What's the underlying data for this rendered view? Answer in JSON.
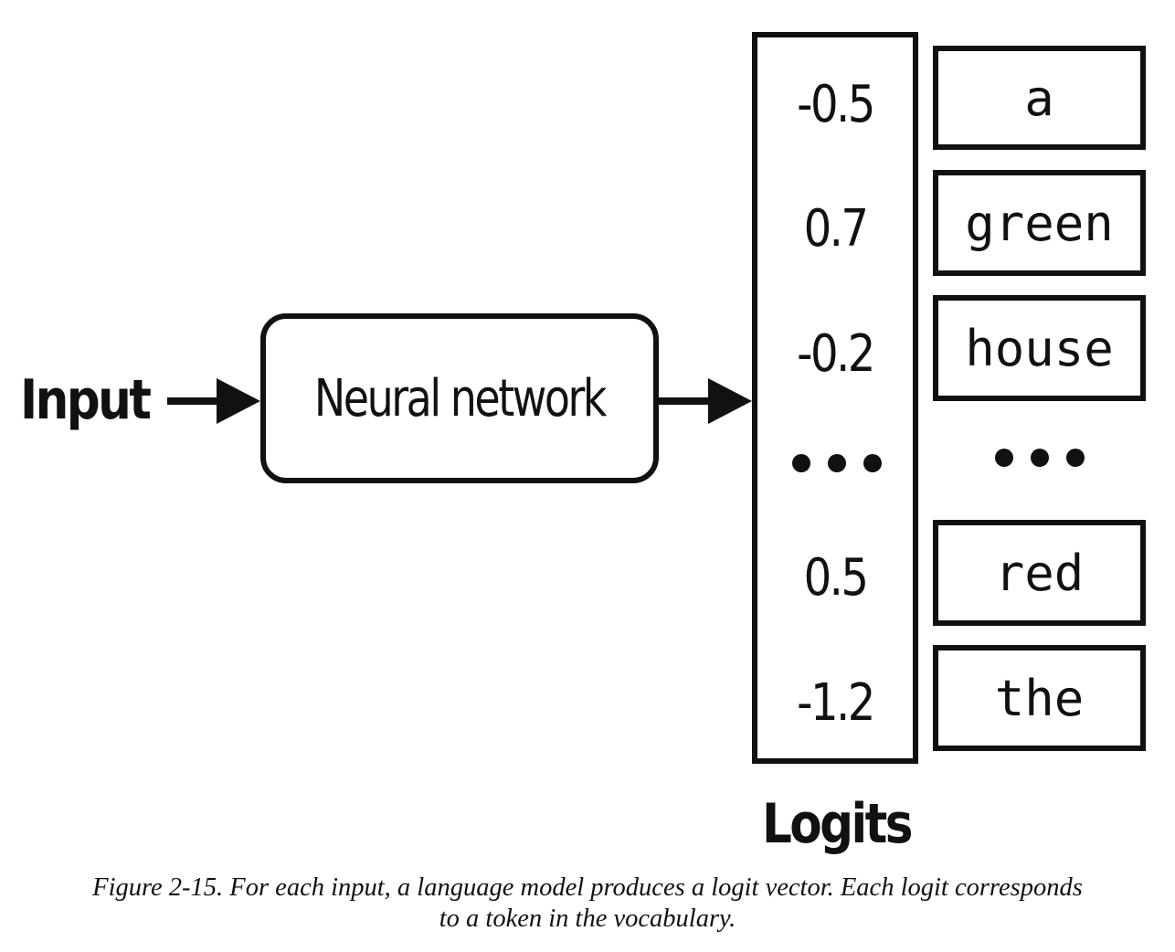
{
  "diagram": {
    "input_label": "Input",
    "model_label": "Neural network",
    "logits_label": "Logits",
    "rows": [
      {
        "logit": "-0.5",
        "token": "a"
      },
      {
        "logit": "0.7",
        "token": "green"
      },
      {
        "logit": "-0.2",
        "token": "house"
      },
      {
        "logit": "0.5",
        "token": "red"
      },
      {
        "logit": "-1.2",
        "token": "the"
      }
    ],
    "ellipsis_icon": "three-dots-icon"
  },
  "caption": {
    "line1": "Figure 2-15. For each input, a language model produces a logit vector. Each logit corresponds",
    "line2": "to a token in the vocabulary."
  }
}
